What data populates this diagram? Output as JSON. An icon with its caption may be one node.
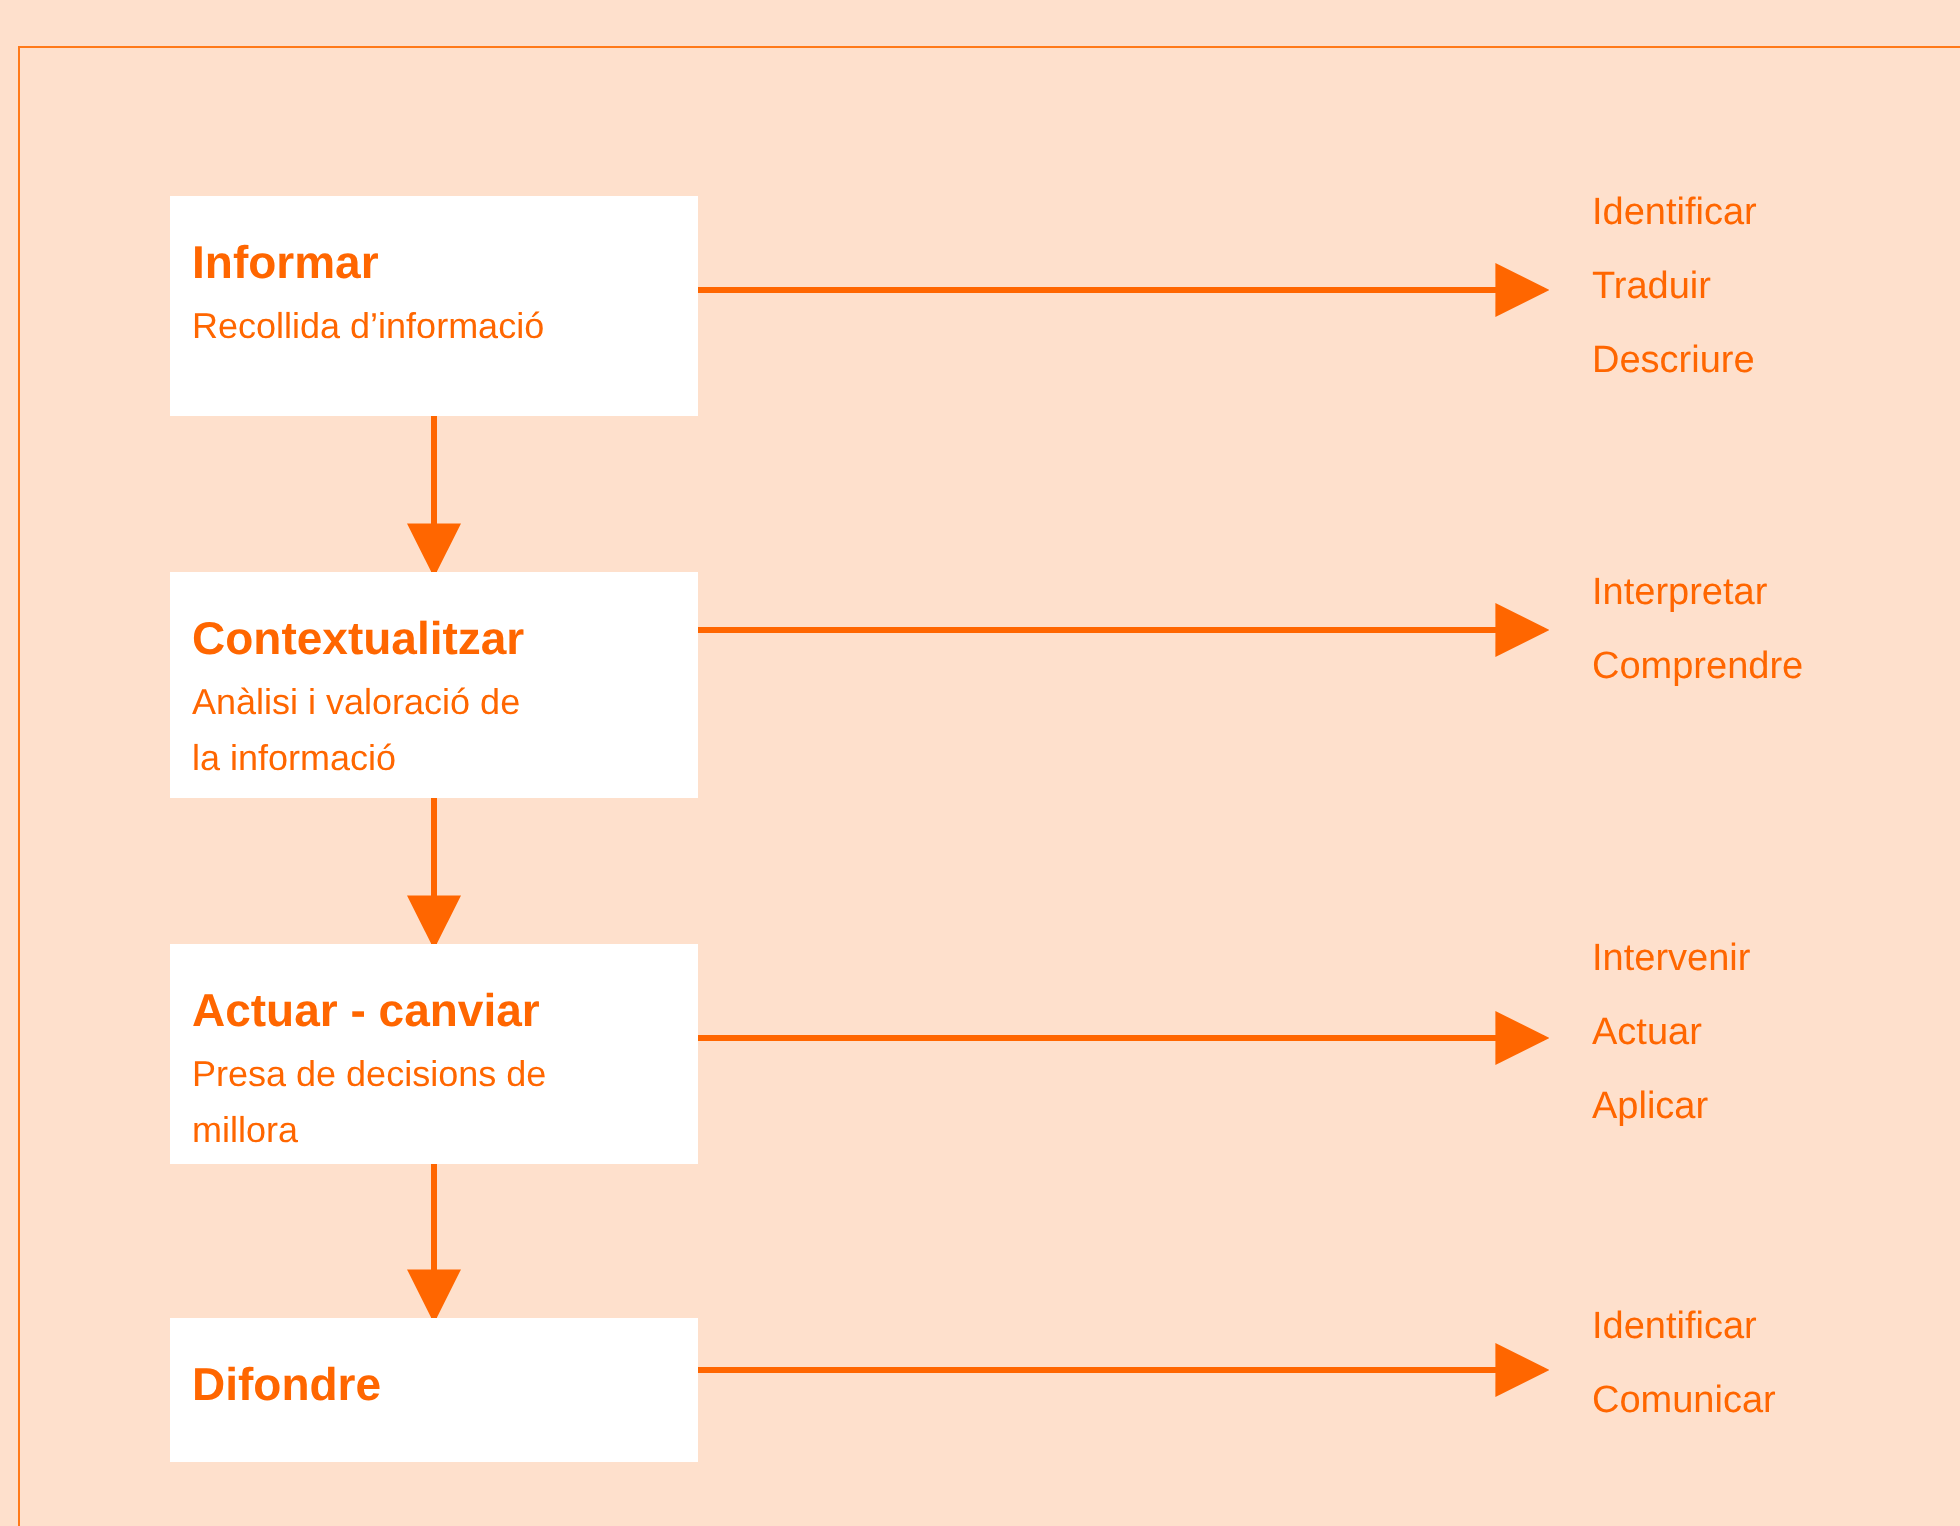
{
  "diagram": {
    "nodes": [
      {
        "text": [
          "Informar",
          "Recollida d’informació"
        ]
      },
      {
        "text": [
          "Contextualitzar",
          "Anàlisi i valoració de la informació"
        ]
      },
      {
        "text": [
          "Actuar - canviar",
          "Presa de decisions de millora"
        ]
      },
      {
        "text": [
          "Difondre"
        ]
      },
      {
        "text": [
          "Identificar",
          "Traduir",
          "Descriure"
        ]
      },
      {
        "text": [
          "Interpretar",
          "Comprendre"
        ]
      },
      {
        "text": [
          "Intervenir",
          "Actuar",
          "Aplicar"
        ]
      },
      {
        "text": [
          "Identificar",
          "Comunicar"
        ]
      }
    ],
    "edges": [
      {
        "from": 0,
        "to": 1,
        "arrow": "to"
      },
      {
        "from": 1,
        "to": 2,
        "arrow": "to"
      },
      {
        "from": 2,
        "to": 3,
        "arrow": "to"
      },
      {
        "from": 0,
        "to": 4,
        "arrow": "to"
      },
      {
        "from": 1,
        "to": 5,
        "arrow": "to"
      },
      {
        "from": 2,
        "to": 6,
        "arrow": "to"
      },
      {
        "from": 3,
        "to": 7,
        "arrow": "to"
      }
    ]
  }
}
